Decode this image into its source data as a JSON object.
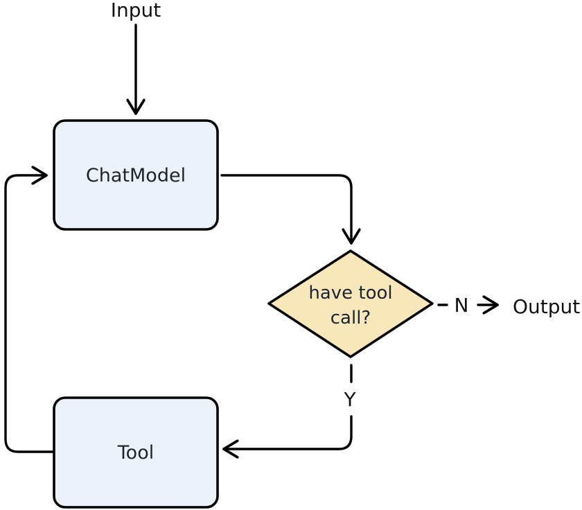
{
  "diagram": {
    "type": "flowchart",
    "background_color": "#ffffff",
    "colors": {
      "process_fill": "#edf1fa",
      "decision_fill": "#f8e7ba",
      "line": "#000000",
      "node_text": "#1b2433",
      "label_text": "#111111"
    },
    "nodes": {
      "input": {
        "label": "Input"
      },
      "chat_model": {
        "label": "ChatModel"
      },
      "decision": {
        "label": "have tool call?",
        "line1": "have tool",
        "line2": "call?"
      },
      "tool": {
        "label": "Tool"
      },
      "output": {
        "label": "Output"
      }
    },
    "edges": {
      "input_to_chat_model": {
        "from": "Input",
        "to": "ChatModel",
        "style": "solid-arrow"
      },
      "chat_model_to_decision": {
        "from": "ChatModel",
        "to": "have tool call?",
        "style": "solid-arrow"
      },
      "decision_no": {
        "label": "N",
        "from": "have tool call?",
        "to": "Output",
        "style": "dashed-arrow"
      },
      "decision_yes": {
        "label": "Y",
        "from": "have tool call?",
        "to": "Tool",
        "style": "dashed-arrow"
      },
      "tool_to_chat_model": {
        "from": "Tool",
        "to": "ChatModel",
        "style": "solid-arrow"
      }
    }
  }
}
